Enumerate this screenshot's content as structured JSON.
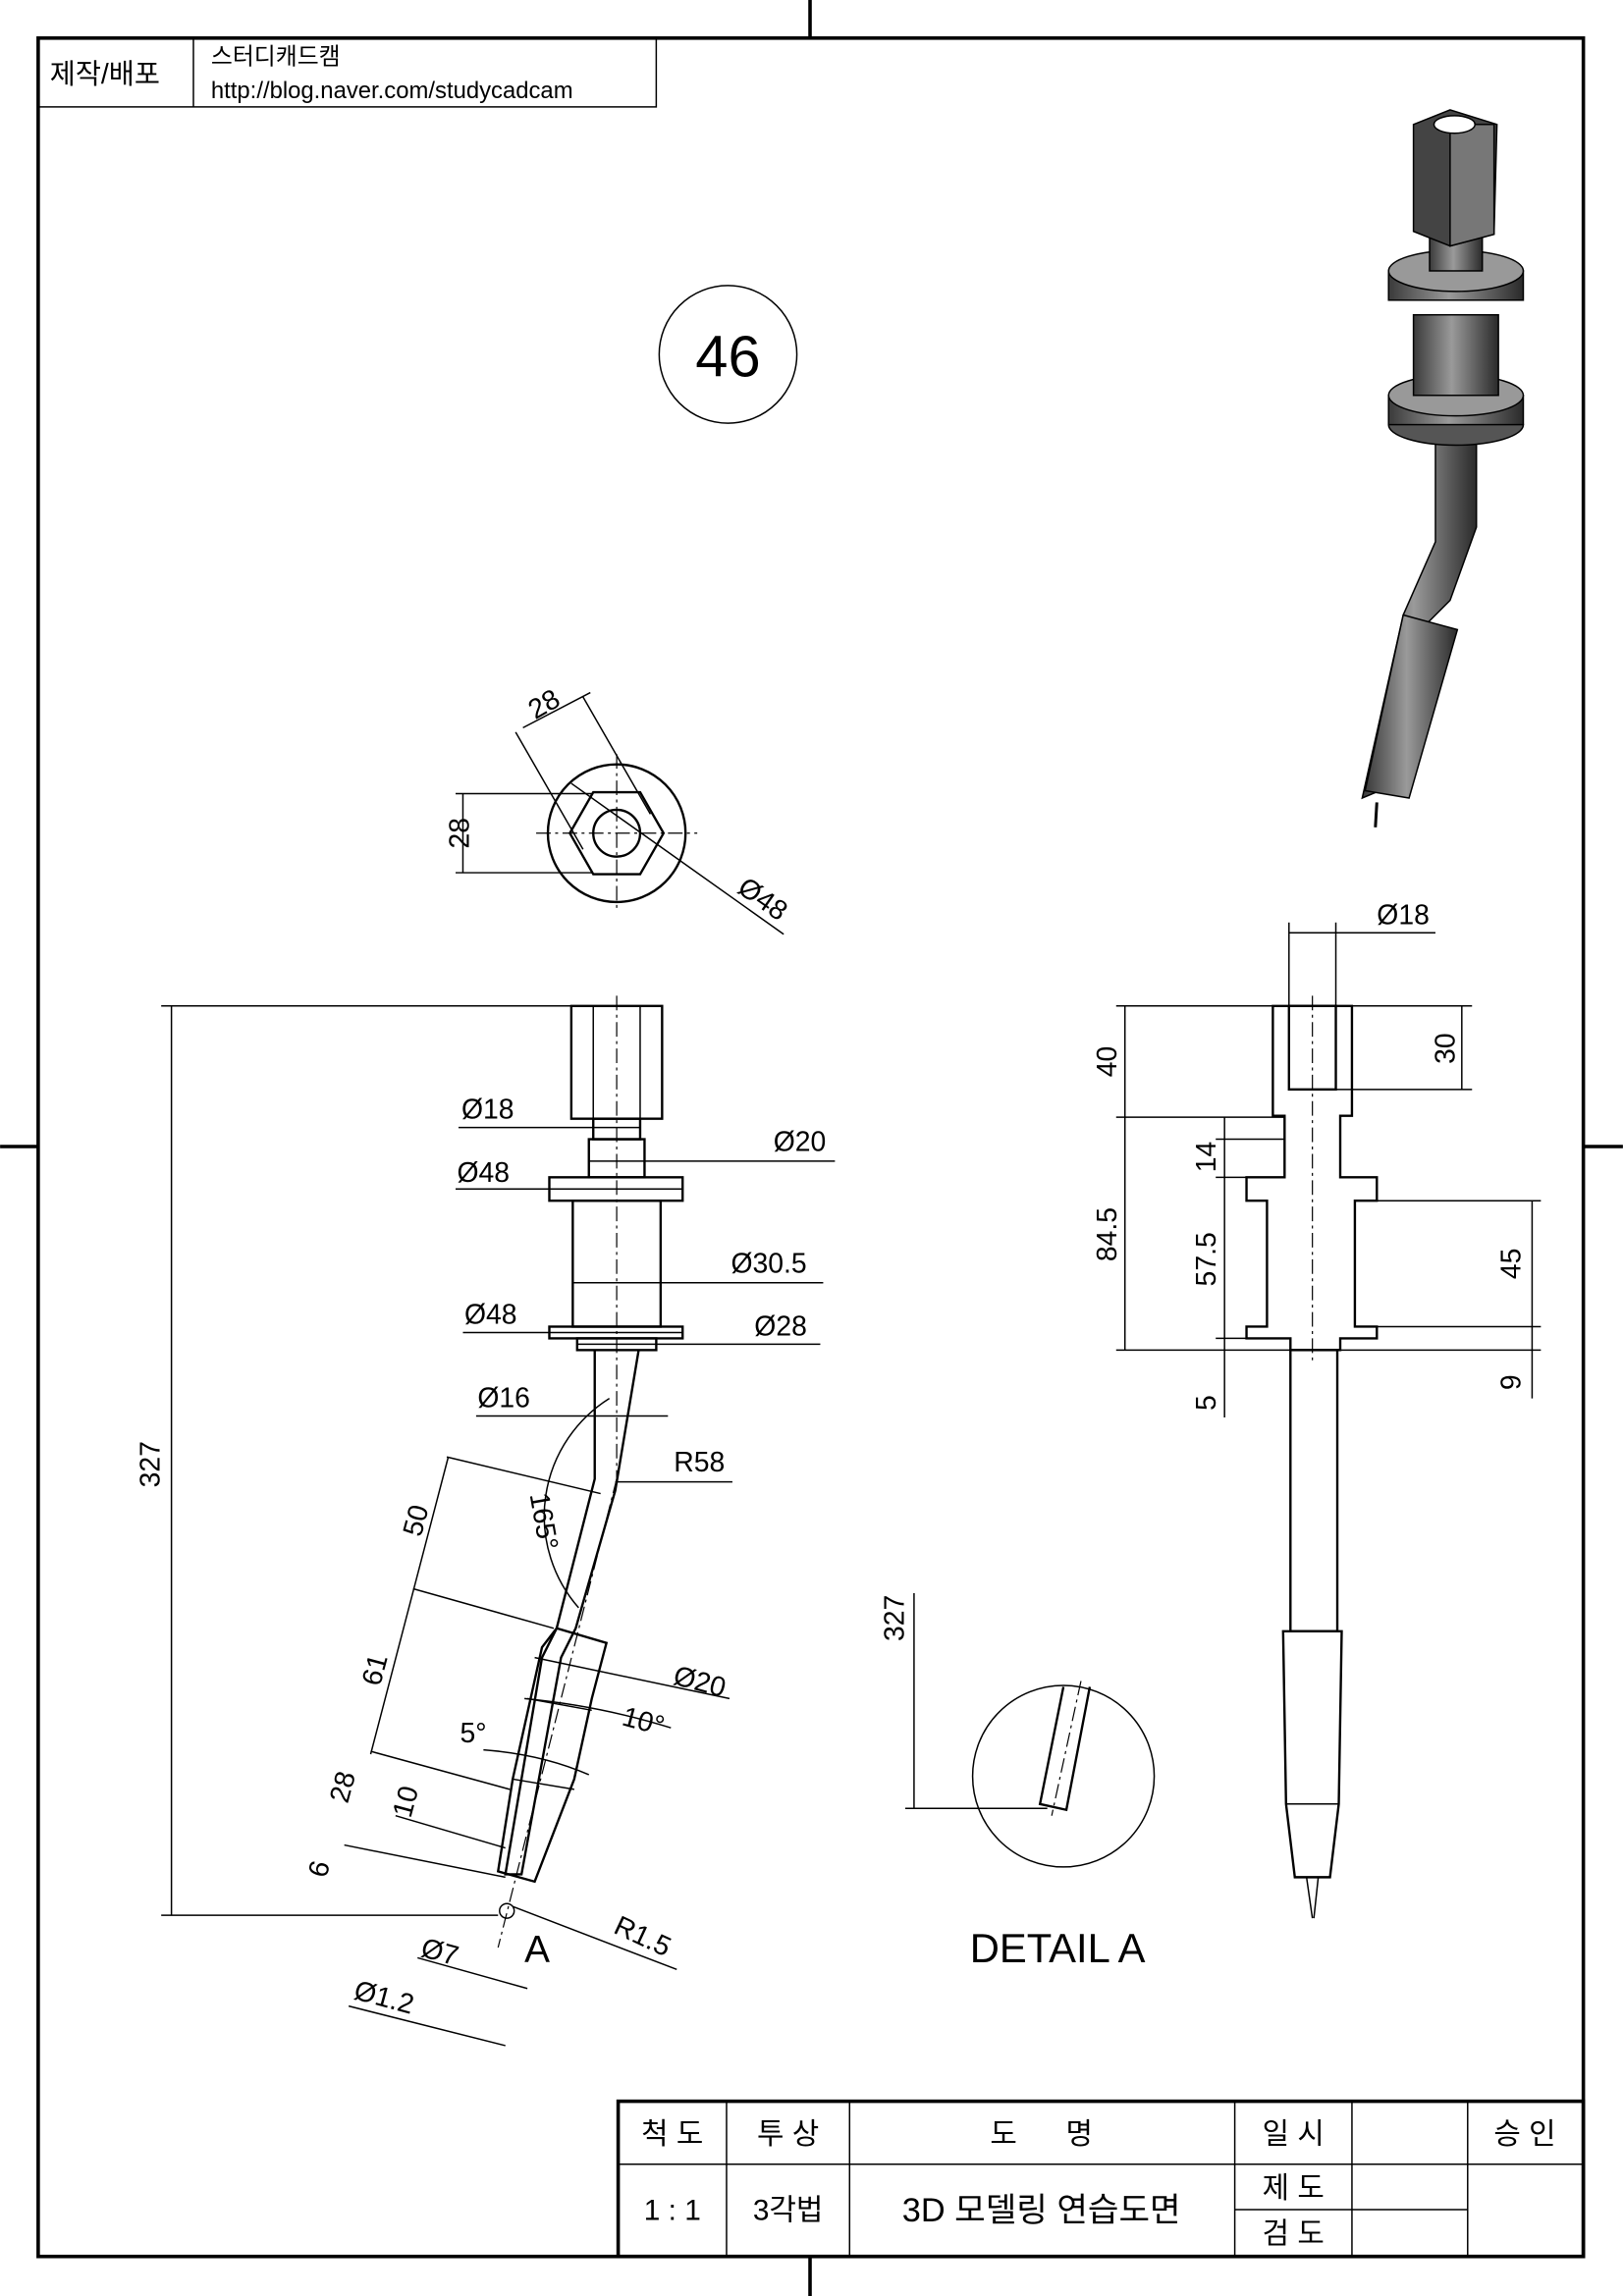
{
  "header": {
    "label": "제작/배포",
    "author": "스터디캐드캠",
    "url": "http://blog.naver.com/studycadcam"
  },
  "drawing_number": "46",
  "top_view": {
    "dims": [
      "28",
      "28",
      "Ø48"
    ]
  },
  "front_view": {
    "dims": [
      "327",
      "Ø18",
      "Ø20",
      "Ø48",
      "Ø30.5",
      "Ø48",
      "Ø28",
      "Ø16",
      "R58",
      "165°",
      "50",
      "61",
      "Ø20",
      "10°",
      "5°",
      "28",
      "10",
      "6",
      "Ø7",
      "Ø1.2",
      "R1.5",
      "A"
    ]
  },
  "section_view": {
    "dims": [
      "Ø18",
      "40",
      "30",
      "14",
      "84.5",
      "57.5",
      "45",
      "5",
      "9"
    ]
  },
  "detail": {
    "dim": "327",
    "label": "DETAIL A"
  },
  "title_block": {
    "scale_label": "척 도",
    "projection_label": "투 상",
    "name_label": "도      명",
    "date_label": "일 시",
    "approve_label": "승 인",
    "scale": "1 : 1",
    "projection": "3각법",
    "title": "3D 모델링 연습도면",
    "drawn_label": "제 도",
    "checked_label": "검 도"
  }
}
